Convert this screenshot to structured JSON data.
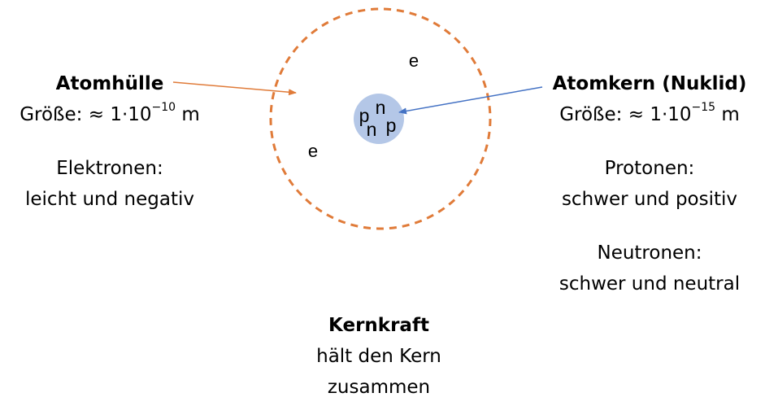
{
  "shell": {
    "title": "Atomhülle",
    "size_prefix": "Größe: ≈ 1·10",
    "size_exponent": "−10",
    "size_unit": " m",
    "particles_line1": "Elektronen:",
    "particles_line2": "leicht und negativ",
    "electron_symbol": "e",
    "color": "#E07B39"
  },
  "nucleus": {
    "title": "Atomkern (Nuklid)",
    "size_prefix": "Größe: ≈ 1·10",
    "size_exponent": "−15",
    "size_unit": " m",
    "protons_line1": "Protonen:",
    "protons_line2": "schwer und positiv",
    "neutrons_line1": "Neutronen:",
    "neutrons_line2": "schwer und neutral",
    "proton_symbol": "p",
    "neutron_symbol": "n",
    "fill_color": "#B4C7E7",
    "arrow_color": "#4472C4"
  },
  "force": {
    "title": "Kernkraft",
    "line1": "hält den Kern",
    "line2": "zusammen"
  }
}
